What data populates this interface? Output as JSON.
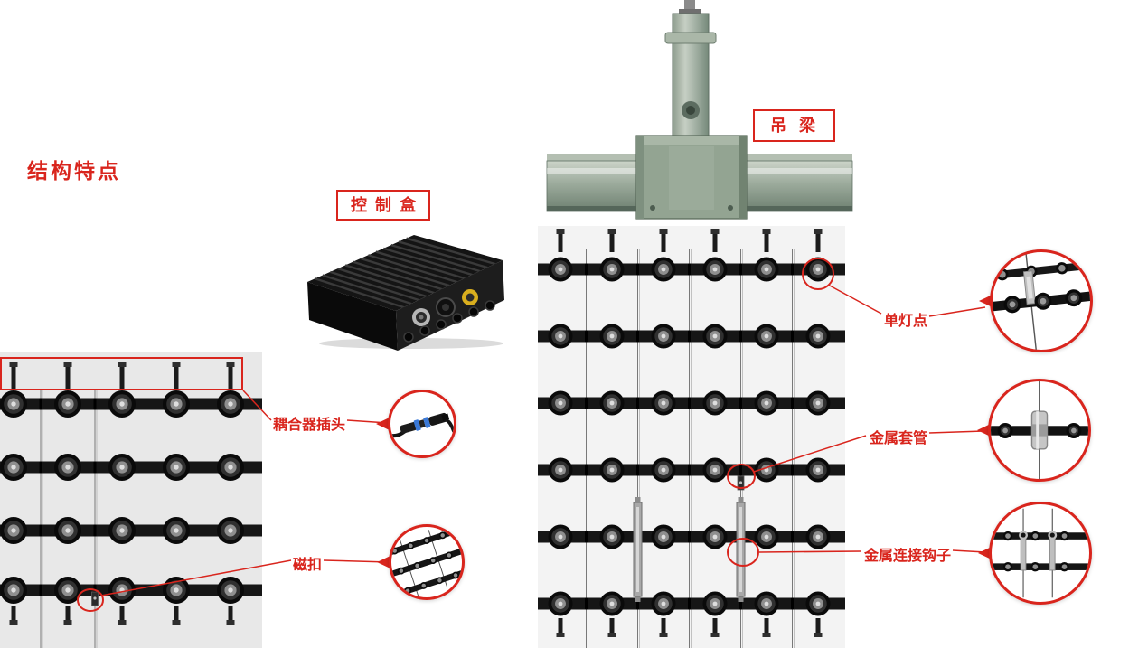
{
  "page": {
    "title": "结构特点"
  },
  "colors": {
    "accent": "#d9251d"
  },
  "component_labels": {
    "control_box": "控制盒",
    "hanging_beam": "吊梁"
  },
  "callouts": {
    "coupler_plug": "耦合器插头",
    "magnetic_buckle": "磁扣",
    "single_lamp": "单灯点",
    "metal_sleeve": "金属套管",
    "metal_hook": "金属连接钩子"
  }
}
